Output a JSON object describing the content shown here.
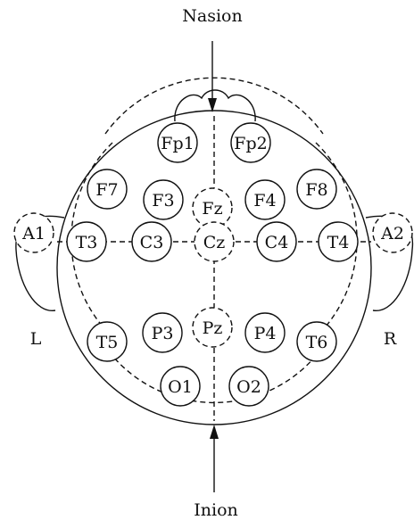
{
  "labels": {
    "nasion": "Nasion",
    "inion": "Inion",
    "left": "L",
    "right": "R"
  },
  "electrodes": [
    {
      "id": "fp1",
      "label": "Fp1",
      "style": "solid"
    },
    {
      "id": "fp2",
      "label": "Fp2",
      "style": "solid"
    },
    {
      "id": "f7",
      "label": "F7",
      "style": "solid"
    },
    {
      "id": "f3",
      "label": "F3",
      "style": "solid"
    },
    {
      "id": "fz",
      "label": "Fz",
      "style": "dashed"
    },
    {
      "id": "f4",
      "label": "F4",
      "style": "solid"
    },
    {
      "id": "f8",
      "label": "F8",
      "style": "solid"
    },
    {
      "id": "a1",
      "label": "A1",
      "style": "dashed"
    },
    {
      "id": "t3",
      "label": "T3",
      "style": "solid"
    },
    {
      "id": "c3",
      "label": "C3",
      "style": "solid"
    },
    {
      "id": "cz",
      "label": "Cz",
      "style": "dashed"
    },
    {
      "id": "c4",
      "label": "C4",
      "style": "solid"
    },
    {
      "id": "t4",
      "label": "T4",
      "style": "solid"
    },
    {
      "id": "a2",
      "label": "A2",
      "style": "dashed"
    },
    {
      "id": "t5",
      "label": "T5",
      "style": "solid"
    },
    {
      "id": "p3",
      "label": "P3",
      "style": "solid"
    },
    {
      "id": "pz",
      "label": "Pz",
      "style": "dashed"
    },
    {
      "id": "p4",
      "label": "P4",
      "style": "solid"
    },
    {
      "id": "t6",
      "label": "T6",
      "style": "solid"
    },
    {
      "id": "o1",
      "label": "O1",
      "style": "solid"
    },
    {
      "id": "o2",
      "label": "O2",
      "style": "solid"
    }
  ]
}
